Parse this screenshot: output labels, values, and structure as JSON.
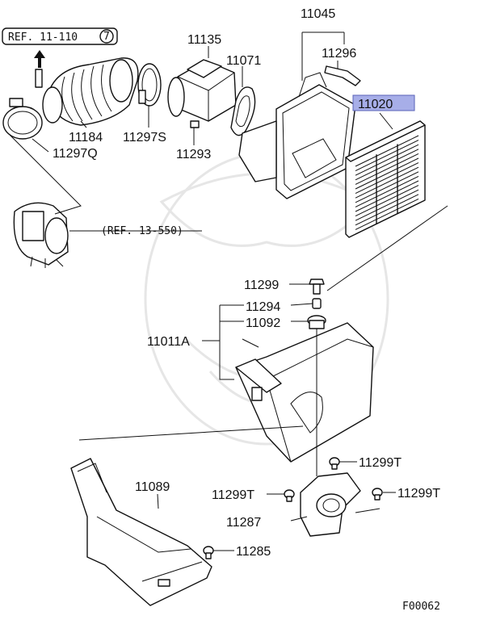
{
  "callouts": {
    "ref_11_110": "REF. 11-110",
    "ref_11_110_circle": "7",
    "p11045": "11045",
    "p11135": "11135",
    "p11296": "11296",
    "p11071": "11071",
    "p11020": "11020",
    "p11184": "11184",
    "p11297s": "11297S",
    "p11293": "11293",
    "p11297q": "11297Q",
    "ref_13_550": "(REF. 13-550)",
    "p11299": "11299",
    "p11294": "11294",
    "p11092": "11092",
    "p11011a": "11011A",
    "p11299t_a": "11299T",
    "p11089": "11089",
    "p11299t_b": "11299T",
    "p11299t_c": "11299T",
    "p11287": "11287",
    "p11285": "11285",
    "figure_code": "F00062"
  },
  "colors": {
    "highlight_fill": "#a7aee8",
    "line": "#111111",
    "watermark": "#e6e6e6"
  }
}
